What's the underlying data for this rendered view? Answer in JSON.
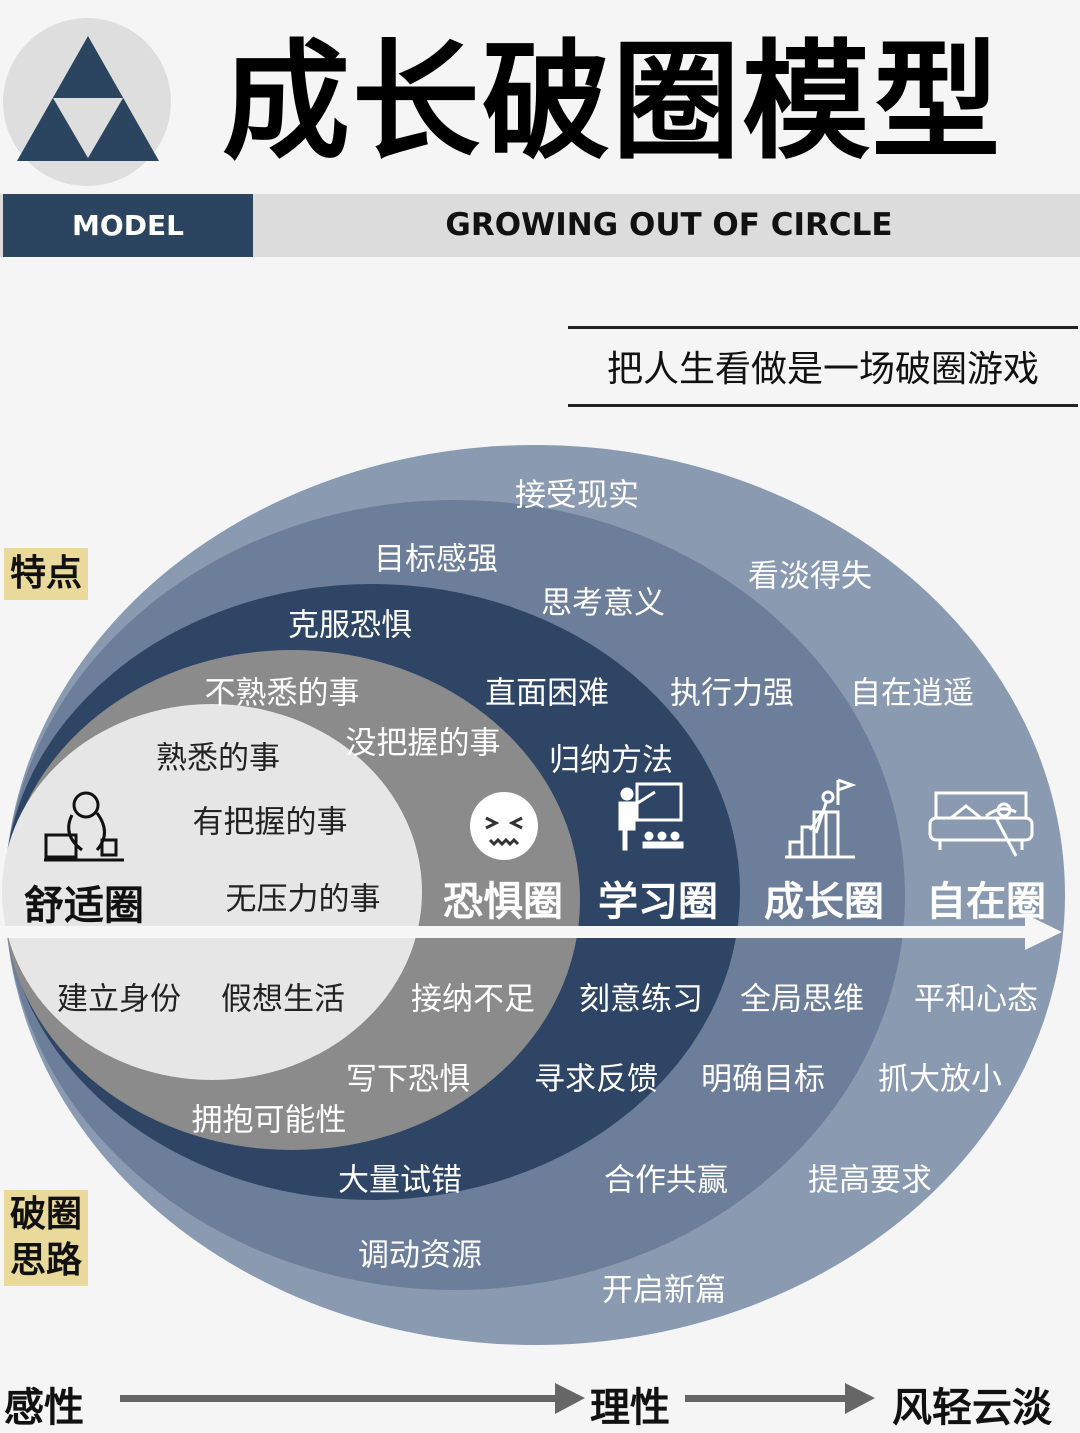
{
  "header": {
    "title": "成长破圈模型",
    "model": "MODEL",
    "subtitle": "GROWING OUT OF CIRCLE",
    "slogan": "把人生看做是一场破圈游戏"
  },
  "tags": {
    "features": "特点",
    "approach_line1": "破圈",
    "approach_line2": "思路"
  },
  "rings": [
    {
      "name": "舒适圈",
      "color": "#e6e6e6",
      "icon": "person-laptop-icon"
    },
    {
      "name": "恐惧圈",
      "color": "#8b8b8b",
      "icon": "scared-face-icon"
    },
    {
      "name": "学习圈",
      "color": "#2f4565",
      "icon": "teacher-icon"
    },
    {
      "name": "成长圈",
      "color": "#6c7e99",
      "icon": "climb-flag-icon"
    },
    {
      "name": "自在圈",
      "color": "#8a9ab1",
      "icon": "relax-bed-icon"
    }
  ],
  "features": {
    "comfort": [
      "熟悉的事",
      "有把握的事",
      "无压力的事"
    ],
    "fear": [
      "不熟悉的事",
      "没把握的事"
    ],
    "learning": [
      "克服恐惧",
      "直面困难",
      "归纳方法"
    ],
    "growth": [
      "目标感强",
      "思考意义",
      "执行力强"
    ],
    "free": [
      "接受现实",
      "看淡得失",
      "自在逍遥"
    ]
  },
  "approaches": {
    "comfort": [
      "建立身份",
      "假想生活"
    ],
    "fear": [
      "接纳不足",
      "写下恐惧",
      "拥抱可能性",
      "大量试错"
    ],
    "learning": [
      "刻意练习",
      "寻求反馈",
      "调动资源"
    ],
    "growth": [
      "全局思维",
      "明确目标",
      "合作共赢",
      "开启新篇"
    ],
    "free": [
      "平和心态",
      "抓大放小",
      "提高要求"
    ]
  },
  "footer": {
    "start": "感性",
    "middle": "理性",
    "end": "风轻云淡"
  }
}
